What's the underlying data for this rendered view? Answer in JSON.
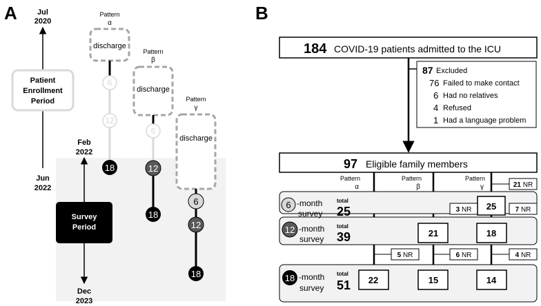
{
  "panel_a": {
    "letter": "A",
    "timeline_top": [
      "Jul",
      "2020"
    ],
    "feb": [
      "Feb",
      "2022"
    ],
    "jun": [
      "Jun",
      "2022"
    ],
    "dec": [
      "Dec",
      "2023"
    ],
    "enrollment": [
      "Patient",
      "Enrollment",
      "Period"
    ],
    "survey_period": [
      "Survey",
      "Period"
    ],
    "pattern_word": "Pattern",
    "pattern_symbols": [
      "α",
      "β",
      "γ"
    ],
    "discharge": "discharge",
    "months": [
      "6",
      "12",
      "18"
    ]
  },
  "panel_b": {
    "letter": "B",
    "admitted": {
      "count": "184",
      "label": "COVID-19 patients admitted to the ICU"
    },
    "excluded": {
      "count": "87",
      "label": "Excluded"
    },
    "exclusions": [
      {
        "count": "76",
        "label": "Failed to make contact"
      },
      {
        "count": "6",
        "label": "Had no relatives"
      },
      {
        "count": "4",
        "label": "Refused"
      },
      {
        "count": "1",
        "label": "Had a language problem"
      }
    ],
    "eligible": {
      "count": "97",
      "label": "Eligible family members"
    },
    "nr_suffix": "NR",
    "month_suffix": "-month",
    "survey_word": "survey",
    "total_word": "total",
    "surveys": [
      {
        "month": "6",
        "total": "25",
        "values": {
          "gamma": "25"
        }
      },
      {
        "month": "12",
        "total": "39",
        "values": {
          "beta": "21",
          "gamma": "18"
        }
      },
      {
        "month": "18",
        "total": "51",
        "values": {
          "alpha": "22",
          "beta": "15",
          "gamma": "14"
        }
      }
    ],
    "nr": {
      "g0": "21",
      "b1": "3",
      "g1": "7",
      "a2": "5",
      "b2": "6",
      "g2": "4"
    }
  },
  "colors": {
    "dashed": "#a6a6a6",
    "shade": "#f2f2f2",
    "box_fill": "#f2f2f2",
    "dark_circle": "#595959",
    "light_circle": "#d9d9d9"
  }
}
